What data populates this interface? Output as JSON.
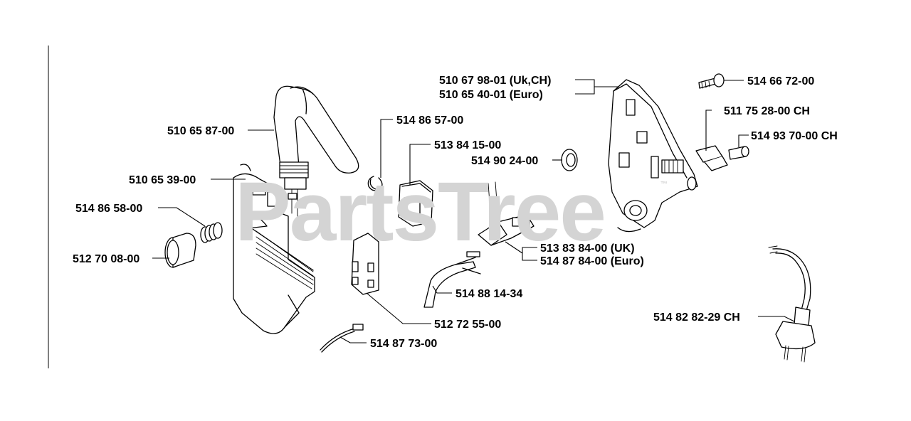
{
  "watermark": {
    "text": "PartsTree",
    "trademark": "™"
  },
  "parts": [
    {
      "key": "p1",
      "number": "510 65 87-00"
    },
    {
      "key": "p2",
      "number": "510 65 39-00"
    },
    {
      "key": "p3",
      "number": "514 86 58-00"
    },
    {
      "key": "p4",
      "number": "512 70 08-00"
    },
    {
      "key": "p5",
      "number": "514 86 57-00"
    },
    {
      "key": "p6",
      "number": "513 84 15-00"
    },
    {
      "key": "p7",
      "number": "514 90 24-00"
    },
    {
      "key": "p8",
      "number": "510 67 98-01 (Uk,CH)"
    },
    {
      "key": "p9",
      "number": "510 65 40-01 (Euro)"
    },
    {
      "key": "p10",
      "number": "514 66 72-00"
    },
    {
      "key": "p11",
      "number": "511 75 28-00 CH"
    },
    {
      "key": "p12",
      "number": "514 93 70-00 CH"
    },
    {
      "key": "p13",
      "number": "513 83 84-00 (UK)"
    },
    {
      "key": "p14",
      "number": "514 87 84-00 (Euro)"
    },
    {
      "key": "p15",
      "number": "514 88 14-34"
    },
    {
      "key": "p16",
      "number": "512 72 55-00"
    },
    {
      "key": "p17",
      "number": "514 87 73-00"
    },
    {
      "key": "p18",
      "number": "514 82 82-29 CH"
    }
  ]
}
